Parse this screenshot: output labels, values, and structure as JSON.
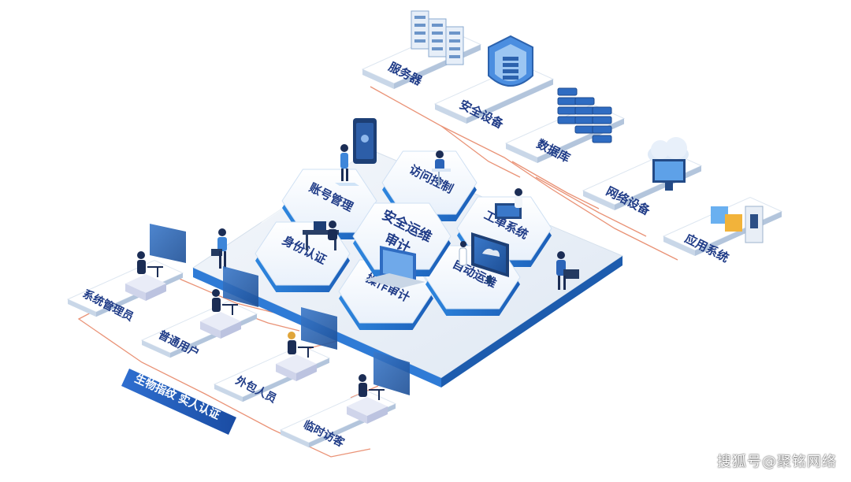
{
  "center_title": [
    "安全运维",
    "审计"
  ],
  "modules": [
    "账号管理",
    "访问控制",
    "工单系统",
    "身份认证",
    "操作审计",
    "自动运维"
  ],
  "resources": [
    "服务器",
    "安全设备",
    "数据库",
    "网络设备",
    "应用系统"
  ],
  "users": [
    "系统管理员",
    "普通用户",
    "外包人员",
    "临时访客"
  ],
  "auth_banner": "生物指纹  实人认证",
  "watermark": "搜狐号@聚铭网络",
  "colors": {
    "accent": "#2b7fd8",
    "label": "#1f3b87",
    "line": "#e07050",
    "tile": "#ffffff"
  }
}
